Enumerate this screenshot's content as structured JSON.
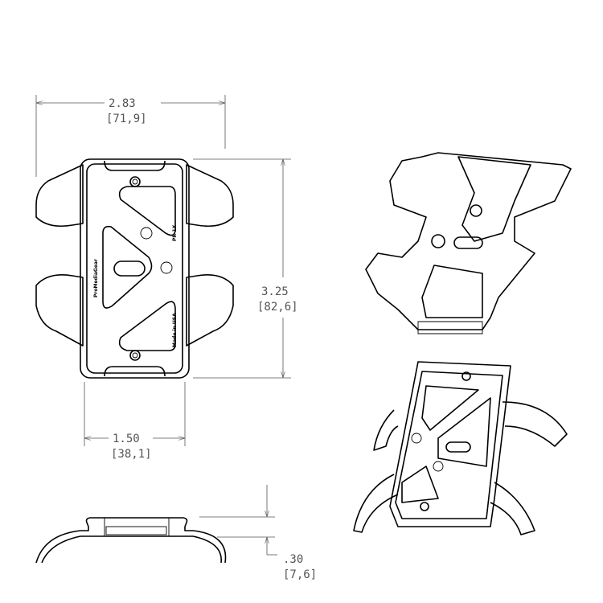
{
  "dimensions": {
    "width": {
      "inches": "2.83",
      "mm": "[71,9]"
    },
    "height": {
      "inches": "3.25",
      "mm": "[82,6]"
    },
    "slot_width": {
      "inches": "1.50",
      "mm": "[38,1]"
    },
    "thickness": {
      "inches": ".30",
      "mm": "[7,6]"
    }
  },
  "part_markings": {
    "brand": "ProMediaGear",
    "model": "PR-1X",
    "origin": "Made in USA"
  },
  "colors": {
    "line": "#000000",
    "dimension": "#555555",
    "background": "#ffffff"
  }
}
